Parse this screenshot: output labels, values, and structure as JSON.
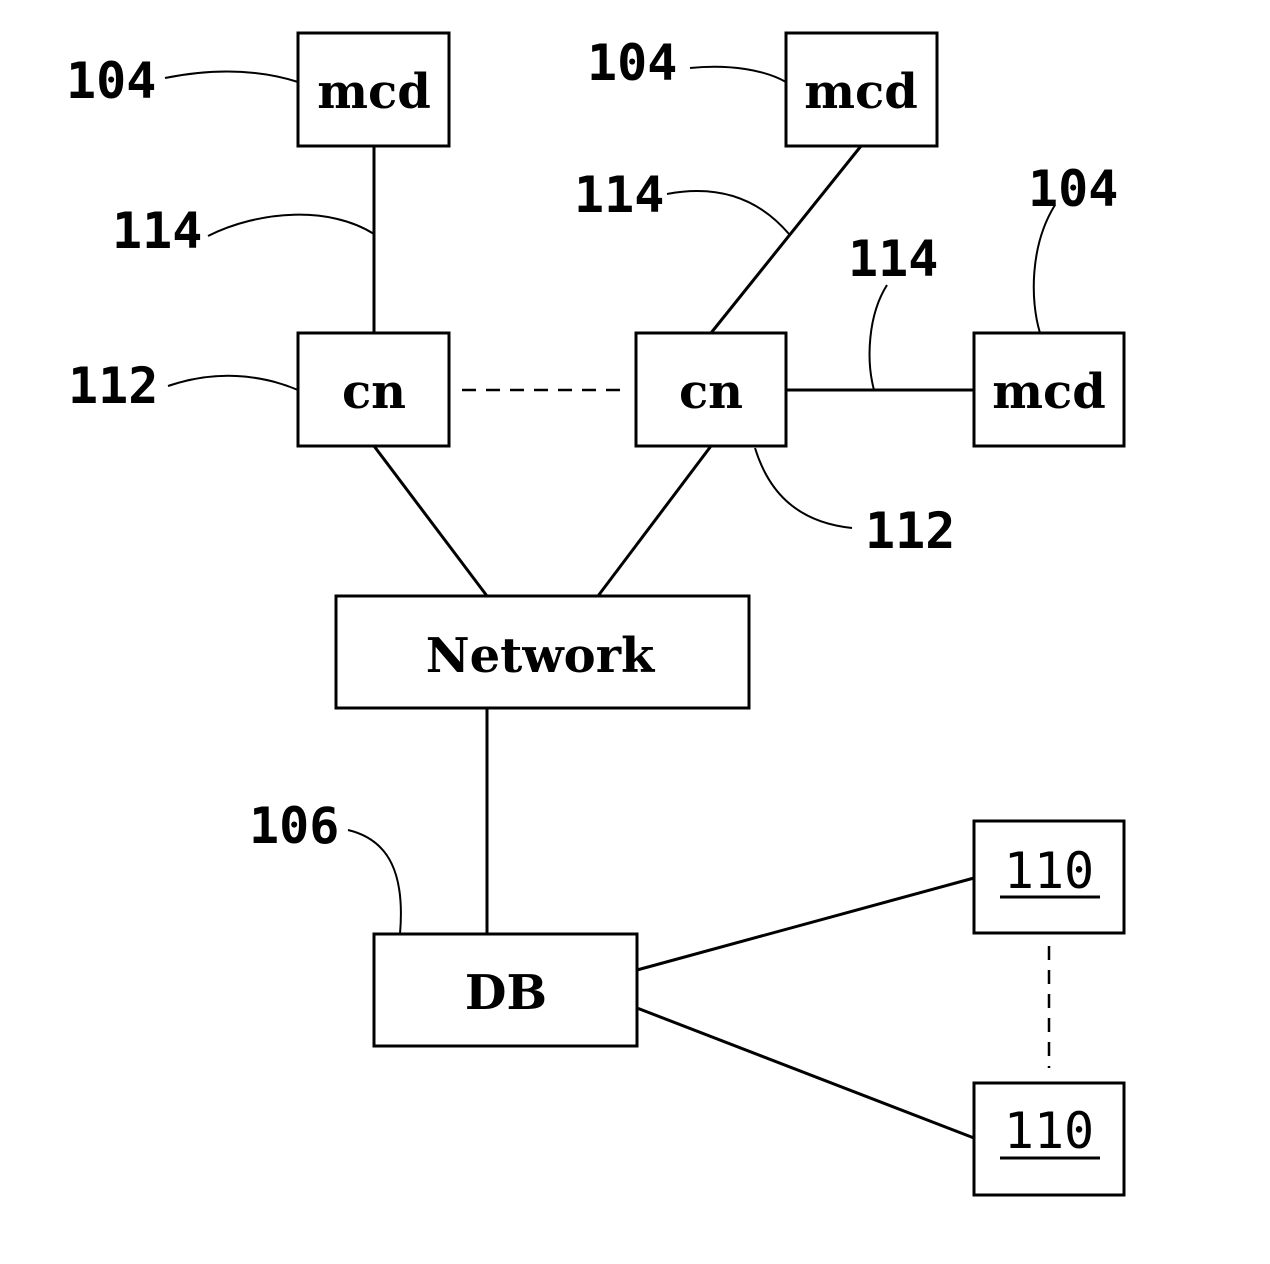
{
  "nodes": {
    "mcd_top_left": "mcd",
    "mcd_top_right": "mcd",
    "mcd_right": "mcd",
    "cn_left": "cn",
    "cn_right": "cn",
    "network": "Network",
    "db": "DB",
    "terminal_top": "110",
    "terminal_bottom": "110"
  },
  "refs": {
    "mcd_top_left": "104",
    "mcd_top_right": "104",
    "mcd_right": "104",
    "link_left": "114",
    "link_top_right": "114",
    "link_right": "114",
    "cn_left": "112",
    "cn_right": "112",
    "db": "106"
  }
}
